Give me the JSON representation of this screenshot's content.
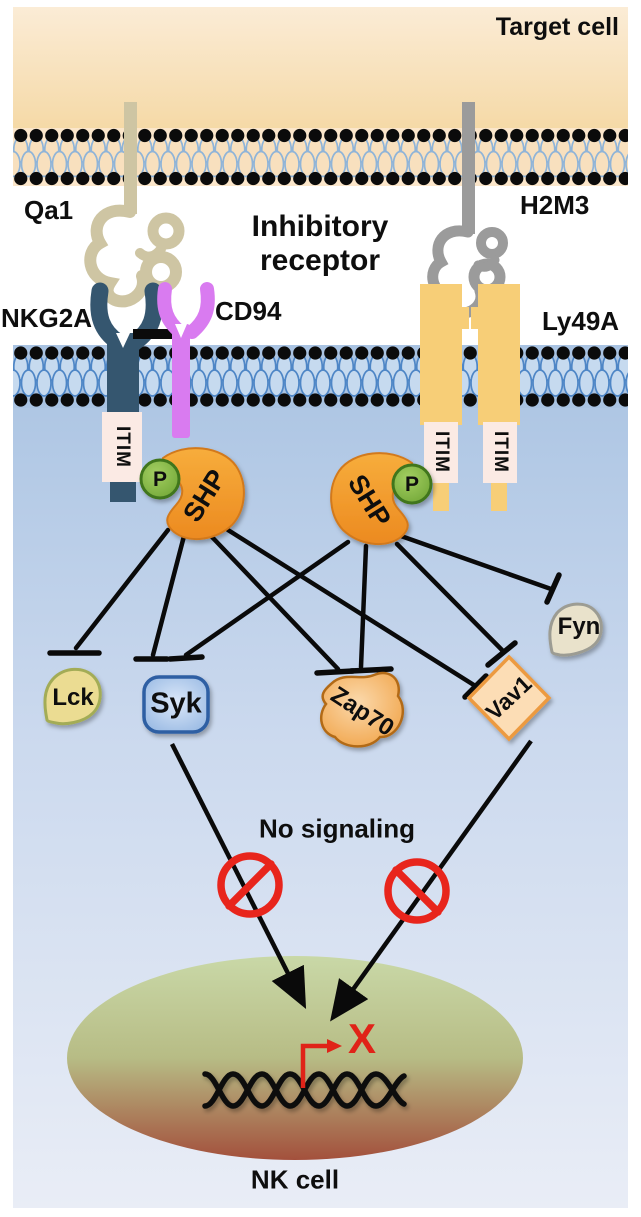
{
  "target_cell": {
    "label": "Target cell"
  },
  "ligands": {
    "qa1": "Qa1",
    "h2m3": "H2M3"
  },
  "receptor_heading": "Inhibitory\nreceptor",
  "receptors": {
    "nkg2a": "NKG2A",
    "cd94": "CD94",
    "ly49a": "Ly49A",
    "itim": "ITIM"
  },
  "signaling": {
    "shp": "SHP",
    "phospho": "P",
    "lck": "Lck",
    "syk": "Syk",
    "zap70": "Zap70",
    "vav1": "Vav1",
    "fyn": "Fyn"
  },
  "outcome": {
    "no_signaling": "No signaling",
    "blocked_mark": "X",
    "nk_cell": "NK cell"
  },
  "bindings": [
    {
      "ligand": "Qa1",
      "receptor": "NKG2A/CD94"
    },
    {
      "ligand": "H2M3",
      "receptor": "Ly49A"
    }
  ],
  "edges": [
    {
      "from": "SHP-left",
      "to": "Lck",
      "type": "inhibit"
    },
    {
      "from": "SHP-left",
      "to": "Syk",
      "type": "inhibit"
    },
    {
      "from": "SHP-left",
      "to": "Zap70",
      "type": "inhibit"
    },
    {
      "from": "SHP-left",
      "to": "Vav1",
      "type": "inhibit"
    },
    {
      "from": "SHP-right",
      "to": "Syk",
      "type": "inhibit"
    },
    {
      "from": "SHP-right",
      "to": "Zap70",
      "type": "inhibit"
    },
    {
      "from": "SHP-right",
      "to": "Vav1",
      "type": "inhibit"
    },
    {
      "from": "SHP-right",
      "to": "Fyn",
      "type": "inhibit"
    },
    {
      "from": "Syk",
      "to": "nucleus",
      "type": "blocked-arrow"
    },
    {
      "from": "Vav1",
      "to": "nucleus",
      "type": "blocked-arrow"
    }
  ],
  "colors": {
    "target_cell_bg": "#F6DCAC",
    "nk_cytoplasm": "#BFD2E9",
    "membrane_lipid_blue": "#4E86C6",
    "nkg2a": "#35566F",
    "cd94": "#D97BF0",
    "ly49a": "#F7CE77",
    "qa1": "#CEC5A3",
    "h2m3": "#9B9B9B",
    "itim_box": "#FBEAE4",
    "shp": "#F09B2E",
    "phospho_p": "#7FB23E",
    "lck": "#EBDC92",
    "syk": "#AECBF0",
    "zap70": "#F3A94F",
    "vav1": "#FCDDB5",
    "fyn": "#E9E2CB",
    "inhibition_line": "#0A0A0A",
    "prohibition_red": "#E8251C",
    "blocked_x_red": "#E02318"
  }
}
